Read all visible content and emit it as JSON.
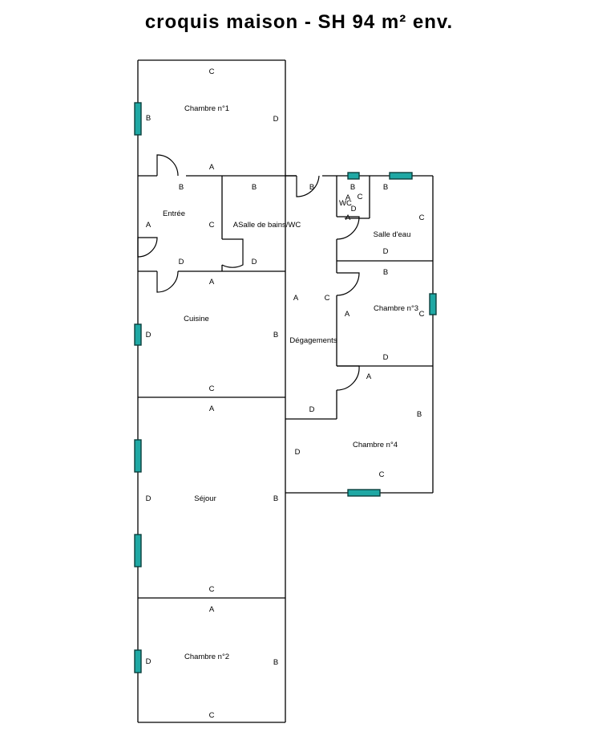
{
  "title": "croquis maison - SH 94 m² env.",
  "colors": {
    "wall": "#000000",
    "window": "#1fa8a4",
    "window_edge": "#0b3f3c",
    "background": "#ffffff"
  },
  "rooms": {
    "chambre1": {
      "name": "Chambre n°1",
      "a": "A",
      "b": "B",
      "c": "C",
      "d": "D"
    },
    "entree": {
      "name": "Entrée",
      "a": "A",
      "b": "B",
      "c": "C",
      "d": "D"
    },
    "sdb": {
      "name": "ASalle de bains/WC",
      "b": "B",
      "d": "D"
    },
    "wc": {
      "name": "WC",
      "a": "A",
      "b": "B",
      "c": "C",
      "d": "D",
      "a2": "A"
    },
    "salle_eau": {
      "name": "Salle d'eau",
      "b": "B",
      "c": "C",
      "d": "D"
    },
    "chambre3": {
      "name": "Chambre n°3",
      "a": "A",
      "b": "B",
      "c": "C",
      "d": "D"
    },
    "cuisine": {
      "name": "Cuisine",
      "a": "A",
      "b": "B",
      "c": "C",
      "d": "D"
    },
    "degagements": {
      "name": "Dégagements",
      "a": "A",
      "b": "B",
      "c": "C",
      "d": "D"
    },
    "chambre4": {
      "name": "Chambre n°4",
      "a": "A",
      "b": "B",
      "c": "C",
      "d": "D"
    },
    "sejour": {
      "name": "Séjour",
      "a": "A",
      "b": "B",
      "c": "C",
      "d": "D"
    },
    "chambre2": {
      "name": "Chambre n°2",
      "a": "A",
      "b": "B",
      "c": "C",
      "d": "D"
    }
  }
}
